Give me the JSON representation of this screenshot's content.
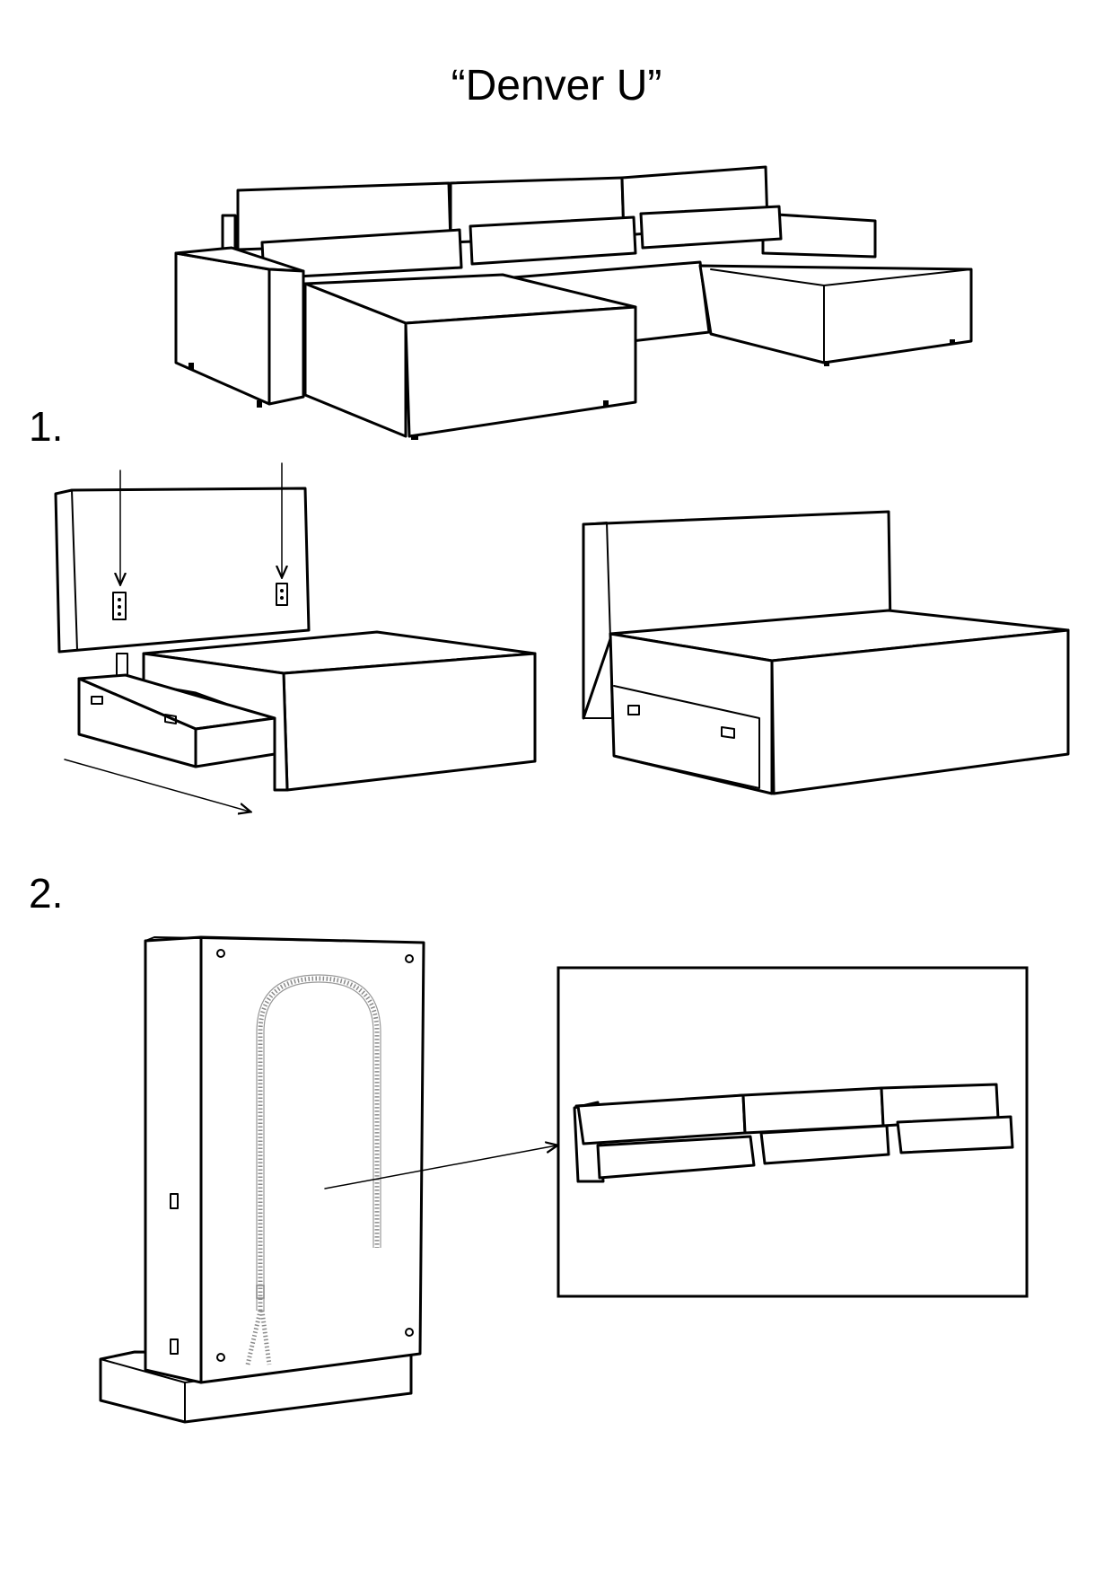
{
  "title": "“Denver U”",
  "steps": [
    {
      "label": "1."
    },
    {
      "label": "2."
    }
  ]
}
